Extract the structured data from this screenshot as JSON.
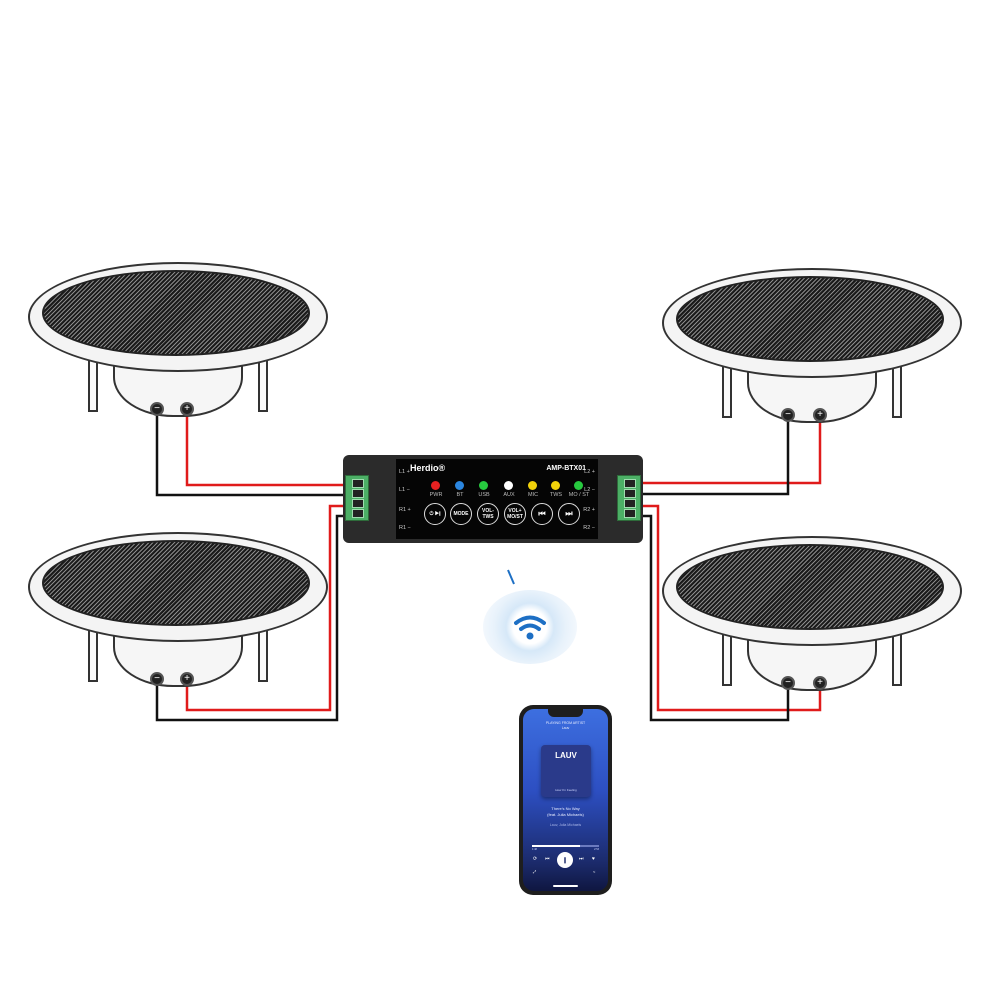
{
  "diagram": {
    "title": "",
    "description": "Wiring diagram: 4 ceiling speakers connected to a Bluetooth amplifier, streamed from a smartphone via wireless"
  },
  "amplifier": {
    "brand": "Herdio®",
    "model": "AMP-BTX01",
    "leds": [
      {
        "label": "PWR",
        "color": "#e52121"
      },
      {
        "label": "BT",
        "color": "#2b86e0"
      },
      {
        "label": "USB",
        "color": "#27c93f"
      },
      {
        "label": "AUX",
        "color": "#ffffff"
      },
      {
        "label": "MIC",
        "color": "#f1d10a"
      },
      {
        "label": "TWS",
        "color": "#f1d10a"
      },
      {
        "label": "MO / ST",
        "color": "#27c93f"
      }
    ],
    "buttons": [
      {
        "label": "⏻ ▶∥",
        "icon": "power-play-pause-icon"
      },
      {
        "label": "MODE"
      },
      {
        "label": "VOL- TWS"
      },
      {
        "label": "VOL+ MO/ST"
      },
      {
        "label": "⏮",
        "icon": "previous-icon"
      },
      {
        "label": "⏭",
        "icon": "next-icon"
      }
    ],
    "left_terminals": [
      "L1 +",
      "L1 −",
      "R1 +",
      "R1 −"
    ],
    "right_terminals": [
      "L2 +",
      "L2 −",
      "R2 +",
      "R2 −"
    ]
  },
  "speakers": [
    {
      "id": "top-left",
      "terminals": [
        "−",
        "+"
      ]
    },
    {
      "id": "bottom-left",
      "terminals": [
        "−",
        "+"
      ]
    },
    {
      "id": "top-right",
      "terminals": [
        "−",
        "+"
      ]
    },
    {
      "id": "bottom-right",
      "terminals": [
        "−",
        "+"
      ]
    }
  ],
  "wires": {
    "positive_color": "#e01b1b",
    "negative_color": "#111111"
  },
  "wireless": {
    "icon": "wifi-icon",
    "color": "#1d6fc4"
  },
  "phone": {
    "now_playing_header": "PLAYING FROM ARTIST",
    "header_sub": "Lauv",
    "album_title": "LAUV",
    "album_caption": "How I'm Feeling",
    "song_title": "There's No Way",
    "song_feat": "(feat. Julia Michaels)",
    "artist": "Lauv, Julia Michaels",
    "time_elapsed": "1:48",
    "time_total": "2:53",
    "progress_pct": 72
  }
}
